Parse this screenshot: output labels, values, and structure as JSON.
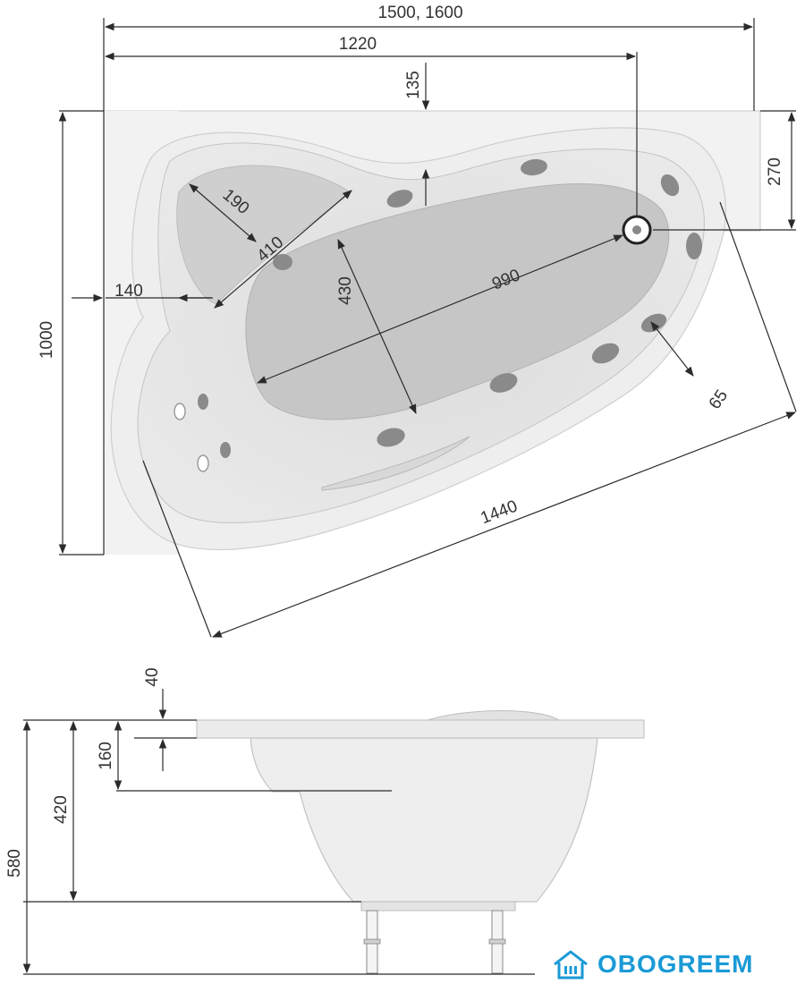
{
  "top_view": {
    "dims": {
      "overall_width": "1500, 1600",
      "drain_offset": "1220",
      "top_rim": "135",
      "right_rim": "270",
      "depth": "1000",
      "headrest_depth": "190",
      "headrest_width": "410",
      "left_rim": "140",
      "well_width": "430",
      "well_length": "990",
      "edge_offset": "65",
      "diagonal": "1440"
    }
  },
  "side_view": {
    "dims": {
      "rim_thickness": "40",
      "seat_depth": "160",
      "inner_depth": "420",
      "total_height": "580"
    }
  },
  "brand": {
    "logo_text": "OBOGREEM",
    "color": "#1a9ad6"
  }
}
